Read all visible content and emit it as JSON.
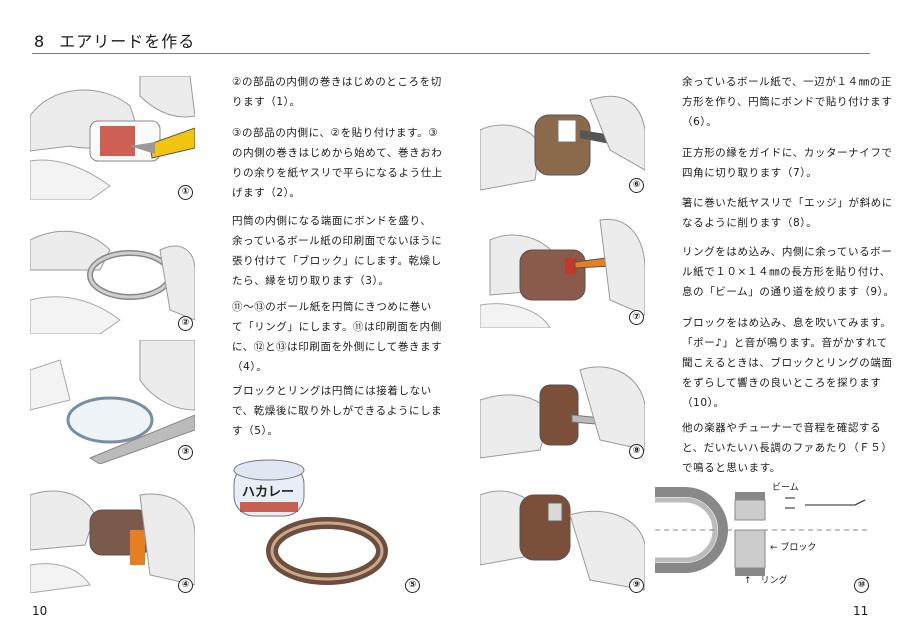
{
  "header": {
    "number": "8",
    "title": "エアリードを作る"
  },
  "page_left": "10",
  "page_right": "11",
  "figure_labels": [
    "①",
    "②",
    "③",
    "④",
    "⑤",
    "⑥",
    "⑦",
    "⑧",
    "⑨",
    "⑩"
  ],
  "left_column": [
    [
      "②の部品の内側の巻きはじめのところを切",
      "ります（1）。"
    ],
    [
      "③の部品の内側に、②を貼り付けます。③",
      "の内側の巻きはじめから始めて、巻きおわ",
      "りの余りを紙ヤスリで平らになるよう仕上",
      "げます（2）。"
    ],
    [
      "円筒の内側になる端面にボンドを盛り、",
      "余っているボール紙の印刷面でないほうに",
      "張り付けて「ブロック」にします。乾燥し",
      "たら、縁を切り取ります（3）。"
    ],
    [
      "⑪～⑬のボール紙を円筒にきつめに巻い",
      "て「リング」にします。⑪は印刷面を内側",
      "に、⑫と⑬は印刷面を外側にして巻きます",
      "（4）。"
    ],
    [
      "ブロックとリングは円筒には接着しない",
      "で、乾燥後に取り外しができるようにしま",
      "す（5）。"
    ]
  ],
  "right_column": [
    [
      "余っているボール紙で、一辺が１４㎜の正",
      "方形を作り、円筒にボンドで貼り付けます",
      "（6）。"
    ],
    [
      "正方形の縁をガイドに、カッターナイフで",
      "四角に切り取ります（7）。"
    ],
    [
      "箸に巻いた紙ヤスリで「エッジ」が斜めに",
      "なるように削ります（8）。"
    ],
    [
      "リングをはめ込み、内側に余っているボー",
      "ル紙で１０×１４㎜の長方形を貼り付け、",
      "息の「ビーム」の通り道を絞ります（9）。"
    ],
    [
      "ブロックをはめ込み、息を吹いてみます。",
      "「ポー♪」と音が鳴ります。音がかすれて",
      "聞こえるときは、ブロックとリングの端面",
      "をずらして響きの良いところを探ります",
      "（10）。"
    ],
    [
      "他の楽器やチューナーで音程を確認する",
      "と、だいたいハ長調のファあたり（Ｆ５）",
      "で鳴ると思います。"
    ]
  ],
  "diagram": {
    "beam": "ビーム",
    "block": "← ブロック",
    "ring": "↑　リング"
  },
  "can_text": "ハカレー"
}
